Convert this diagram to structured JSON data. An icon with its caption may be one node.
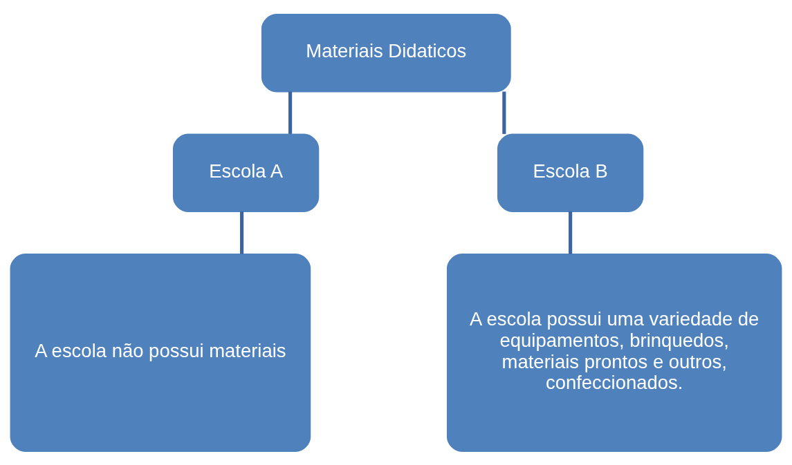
{
  "diagram": {
    "nodes": [
      {
        "text": [
          "Materiais Didaticos"
        ]
      },
      {
        "text": [
          "Escola A"
        ]
      },
      {
        "text": [
          "Escola B"
        ]
      },
      {
        "text": [
          "A escola não possui materiais"
        ]
      },
      {
        "text": [
          "A escola possui uma variedade de equipamentos, brinquedos, materiais prontos e outros, confeccionados."
        ]
      }
    ],
    "edges": [
      {
        "from": 0,
        "to": 1,
        "arrow": "none"
      },
      {
        "from": 0,
        "to": 2,
        "arrow": "none"
      },
      {
        "from": 1,
        "to": 3,
        "arrow": "none"
      },
      {
        "from": 2,
        "to": 4,
        "arrow": "none"
      }
    ]
  }
}
